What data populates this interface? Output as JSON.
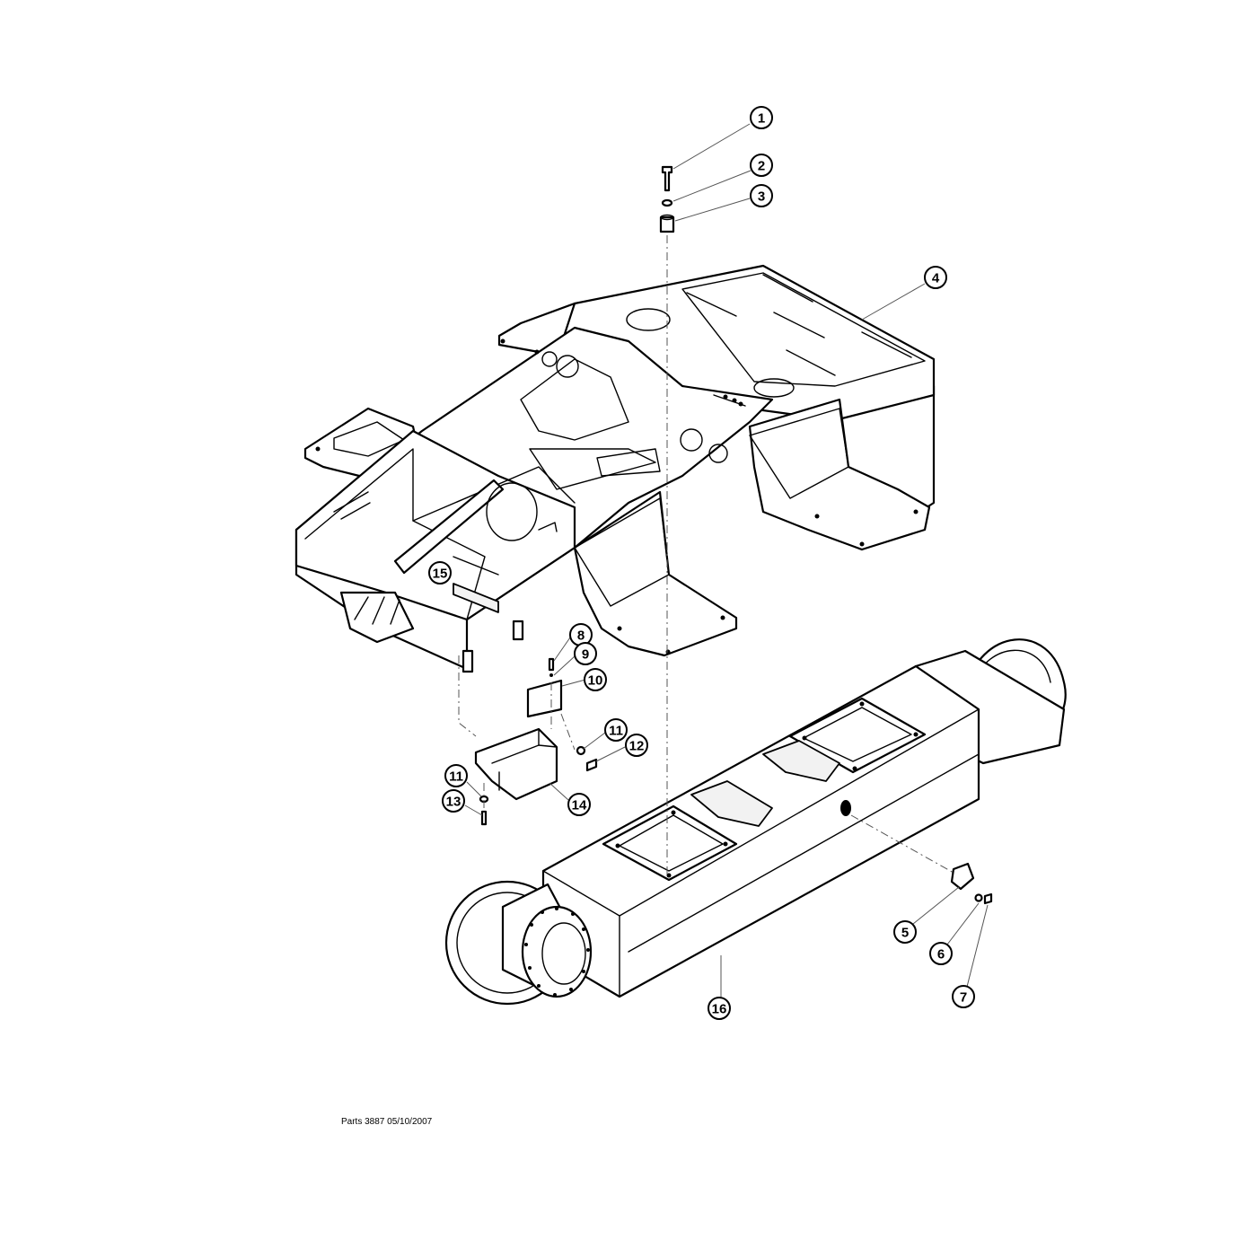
{
  "callouts": [
    {
      "id": "c1",
      "label": "1"
    },
    {
      "id": "c2",
      "label": "2"
    },
    {
      "id": "c3",
      "label": "3"
    },
    {
      "id": "c4",
      "label": "4"
    },
    {
      "id": "c5",
      "label": "5"
    },
    {
      "id": "c6",
      "label": "6"
    },
    {
      "id": "c7",
      "label": "7"
    },
    {
      "id": "c8",
      "label": "8"
    },
    {
      "id": "c9",
      "label": "9"
    },
    {
      "id": "c10",
      "label": "10"
    },
    {
      "id": "c11a",
      "label": "11"
    },
    {
      "id": "c11b",
      "label": "11"
    },
    {
      "id": "c12",
      "label": "12"
    },
    {
      "id": "c13",
      "label": "13"
    },
    {
      "id": "c14",
      "label": "14"
    },
    {
      "id": "c15",
      "label": "15"
    },
    {
      "id": "c16",
      "label": "16"
    }
  ],
  "footer": {
    "text": "Parts 3887 05/10/2007"
  }
}
